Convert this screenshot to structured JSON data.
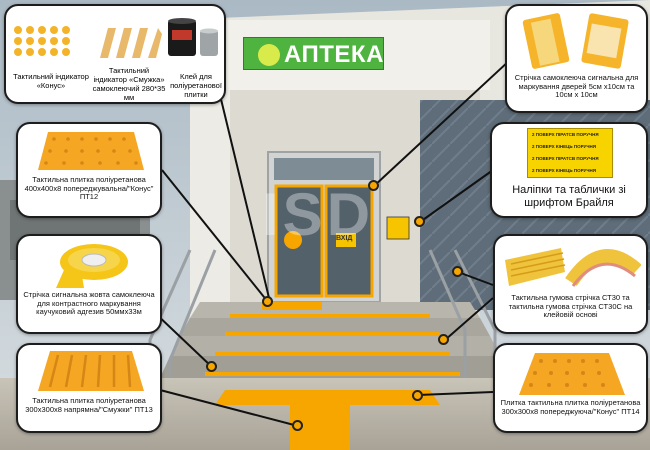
{
  "store_sign": "АПТЕКА",
  "door_sticker": "ВХІД",
  "watermark": "ISD",
  "colors": {
    "accent_yellow": "#f7a600",
    "sign_green": "#4fb33f",
    "box_border": "#1d1d1d"
  },
  "callouts": [
    {
      "id": "kit",
      "label_lines": [
        "Тактильний індикатор «Конус»",
        "Тактильний індикатор «Смужка» самоклеючий 280*35 мм",
        "Клей для поліуретанової плитки"
      ]
    },
    {
      "id": "tape-door",
      "label": "Стрічка самоклеюча сигнальна для маркування дверей 5см х10см та 10см х 10см"
    },
    {
      "id": "braille",
      "label": "Наліпки та таблички зі шрифтом Брайля"
    },
    {
      "id": "rubber",
      "label": "Тактильна гумова стрічка СТ30 та тактильна гумова стрічка СТ30С на клейовій основі"
    },
    {
      "id": "tile-cone",
      "label": "Плитка тактильна плитка поліуретанова 300х300х8 попереджуюча/\"Конус\" ПТ14"
    },
    {
      "id": "tile-400",
      "label": "Тактильна плитка поліуретанова 400х400х8 попереджувальна/\"Конус\" ПТ12"
    },
    {
      "id": "tape-yellow",
      "label": "Стрічка сигнальна жовта самоклеюча для контрастного маркування каучуковий адгезив 50ммх33м"
    },
    {
      "id": "tile-300",
      "label": "Тактильна плитка поліуретанова 300х300х8 напрямна/\"Смужки\" ПТ13"
    }
  ],
  "kit_labels": {
    "cone": "Тактильний індикатор «Конус»",
    "strip": "Тактильний індикатор «Смужка» самоклеючий 280*35 мм",
    "glue": "Клей для поліуретанової плитки"
  },
  "braille_sign_lines": [
    "2 ПОВЕРХ   ПІРАТСВ ПОРУЧНЯ",
    "2 ПОВЕРХ  КІНЕЦЬ ПОРУЧНЯ",
    "2 ПОВЕРХ   ПІРАТСВ ПОРУЧНЯ",
    "2 ПОВЕРХ   КІНЕЦЬ ПОРУЧНЯ"
  ]
}
